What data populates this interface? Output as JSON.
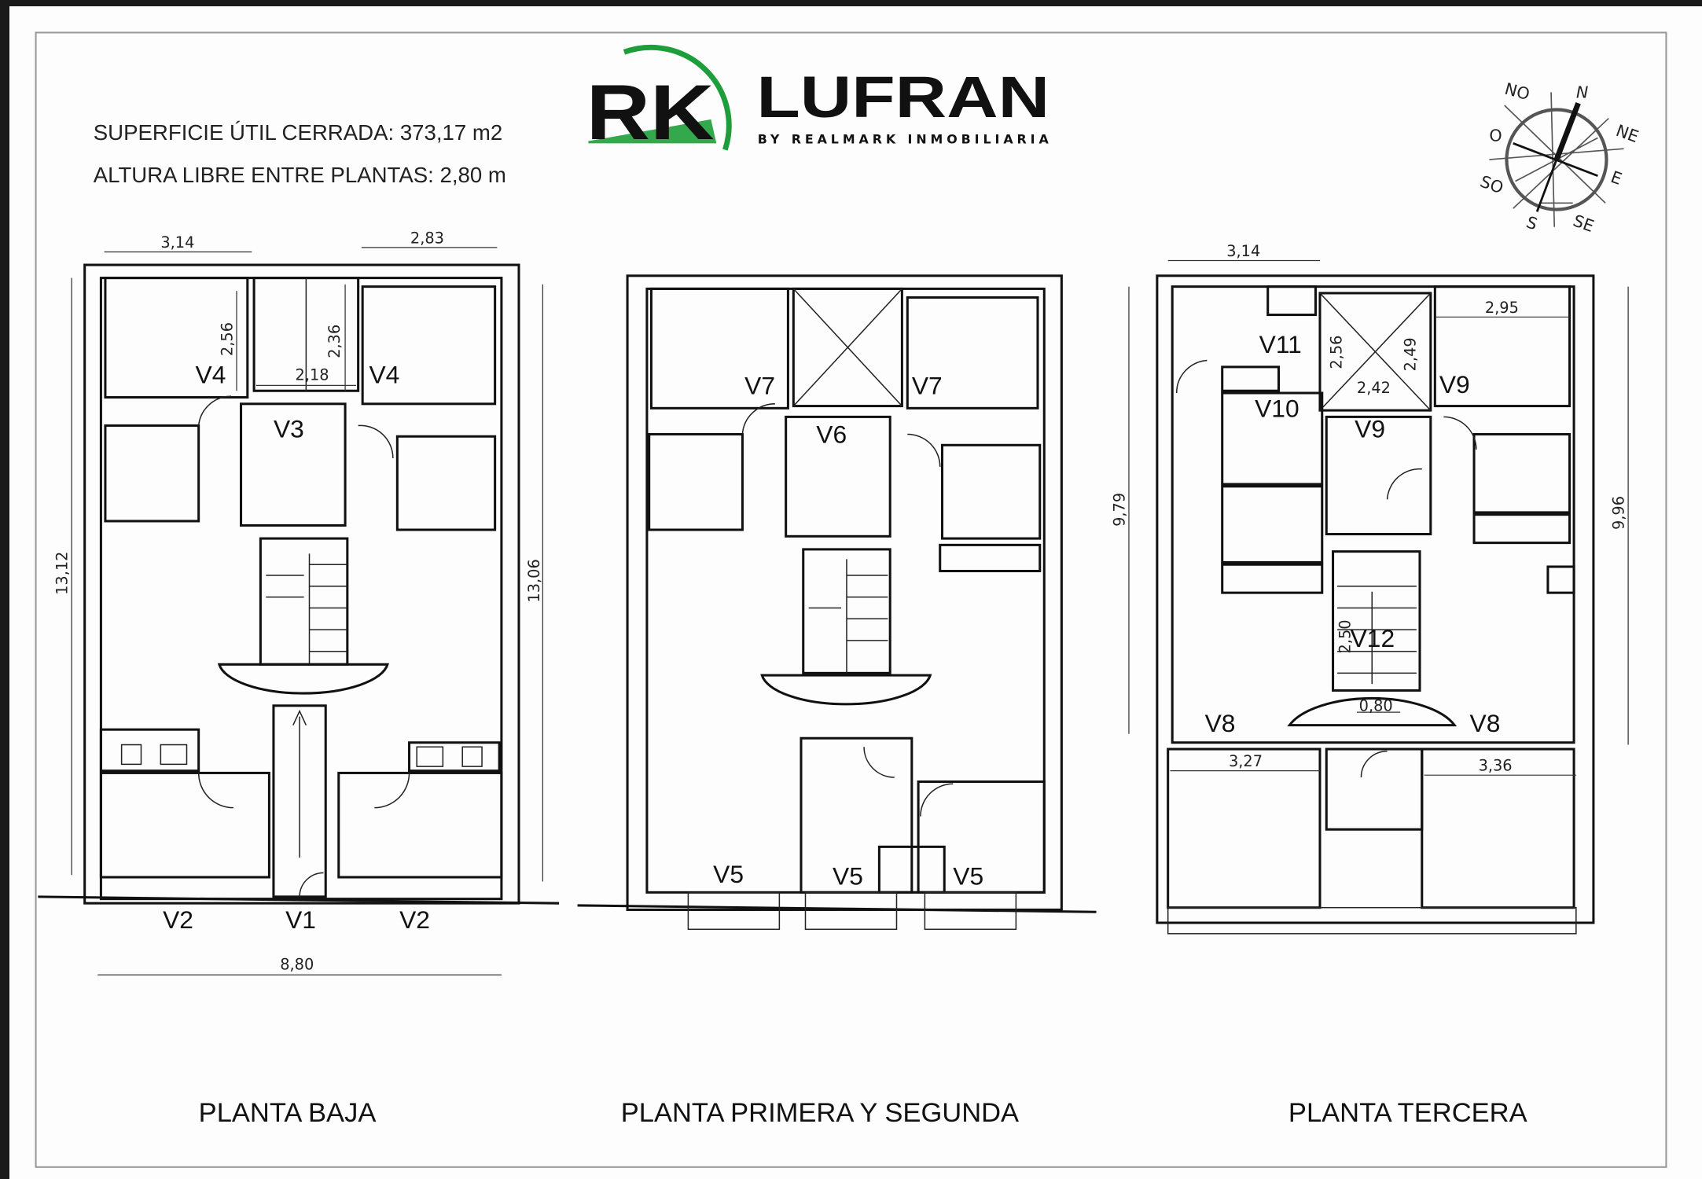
{
  "header": {
    "surface_text": "SUPERFICIE ÚTIL CERRADA: 373,17 m2",
    "height_text": "ALTURA LIBRE ENTRE PLANTAS:  2,80 m"
  },
  "logo": {
    "mark": "RK",
    "name": "LUFRAN",
    "tagline": "BY REALMARK INMOBILIARIA",
    "colors": {
      "green": "#1e9e3a",
      "black": "#111111"
    }
  },
  "compass": {
    "north": "N",
    "labels": [
      "NO",
      "NE",
      "O",
      "E",
      "SO",
      "SE",
      "S"
    ]
  },
  "plans": [
    {
      "title": "PLANTA BAJA",
      "dims": [
        "3,14",
        "2,83",
        "2,56",
        "2,36",
        "2,18",
        "13,12",
        "13,06",
        "8,80"
      ],
      "windows": [
        "V4",
        "V4",
        "V3",
        "V2",
        "V1",
        "V2"
      ]
    },
    {
      "title": "PLANTA PRIMERA Y SEGUNDA",
      "windows": [
        "V7",
        "V7",
        "V6",
        "V5",
        "V5",
        "V5"
      ]
    },
    {
      "title": "PLANTA TERCERA",
      "dims": [
        "3,14",
        "2,95",
        "2,56",
        "2,49",
        "2,42",
        "9,79",
        "9,96",
        "2,50",
        "0,80",
        "3,27",
        "3,36"
      ],
      "windows": [
        "V11",
        "V10",
        "V9",
        "V9",
        "V12",
        "V8",
        "V8"
      ]
    }
  ]
}
